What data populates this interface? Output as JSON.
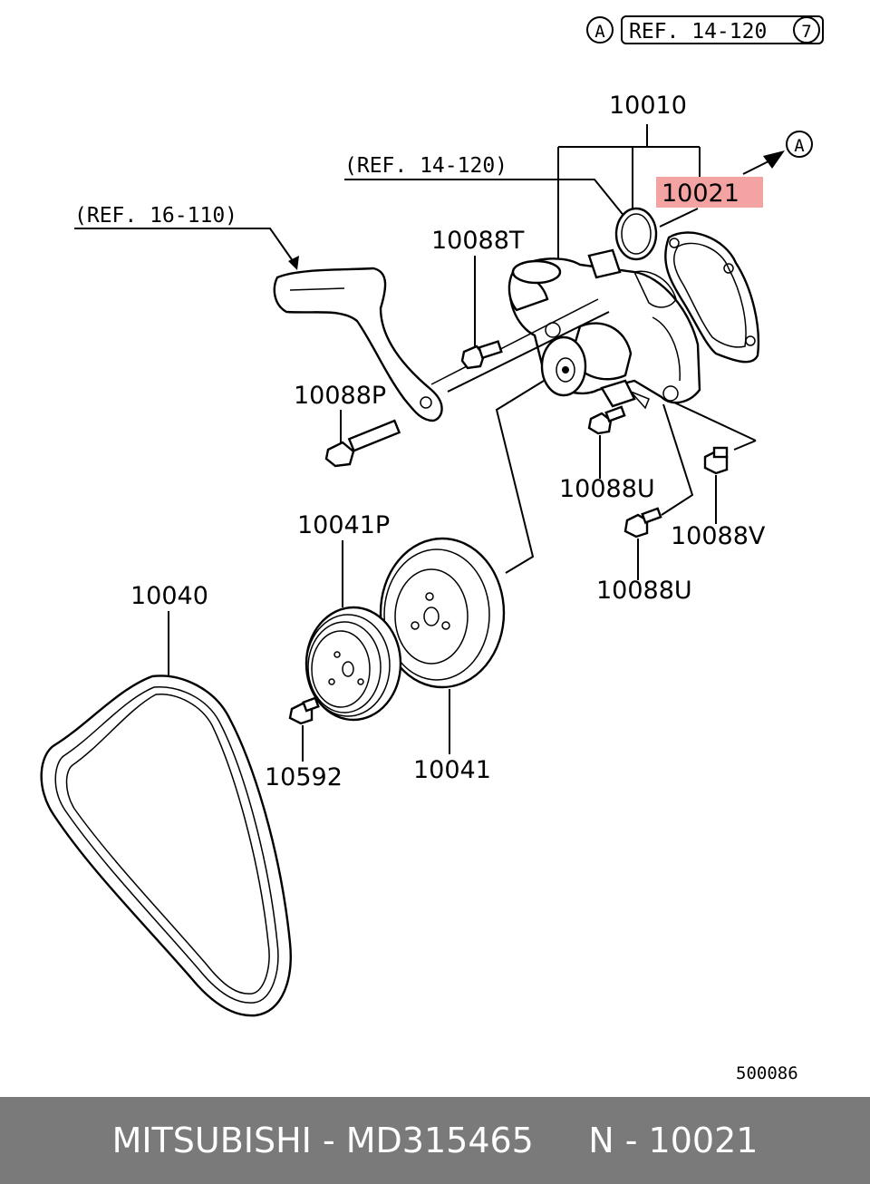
{
  "header": {
    "circle_a": "A",
    "ref_text": "REF. 14-120",
    "circle_num": "7"
  },
  "refs": {
    "ref_14_120": "(REF. 14-120)",
    "ref_16_110": "(REF. 16-110)",
    "arrow_circle": "A"
  },
  "parts": {
    "p10010": "10010",
    "p10021": "10021",
    "p10088T": "10088T",
    "p10088P": "10088P",
    "p10088U_a": "10088U",
    "p10088V": "10088V",
    "p10088U_b": "10088U",
    "p10041P": "10041P",
    "p10040": "10040",
    "p10592": "10592",
    "p10041": "10041"
  },
  "highlight_color": "#f4a3a3",
  "diagram_id": "500086",
  "footer": {
    "text": "MITSUBISHI - MD315465     N - 10021"
  }
}
